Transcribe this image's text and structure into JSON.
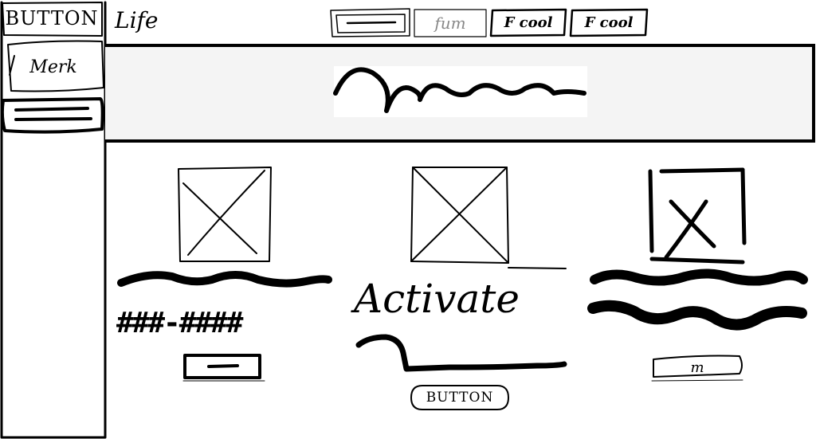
{
  "sidebar": {
    "button_label": "BUTTON",
    "card_label": "Merk",
    "items": [
      {
        "label": ""
      }
    ]
  },
  "header": {
    "title": "Life",
    "tabs": [
      {
        "label": ""
      },
      {
        "label": "fum"
      },
      {
        "label": "F cool"
      },
      {
        "label": "F cool"
      }
    ]
  },
  "hero": {
    "text": ""
  },
  "cards": [
    {
      "title": "###-####",
      "button_label": ""
    },
    {
      "title": "Activate",
      "button_label": "BUTTON"
    },
    {
      "title": "",
      "button_label": "m"
    }
  ],
  "icons": {
    "image_placeholder": "image-placeholder-icon"
  },
  "colors": {
    "ink": "#000000",
    "paper": "#ffffff",
    "banner": "#f4f4f4"
  }
}
